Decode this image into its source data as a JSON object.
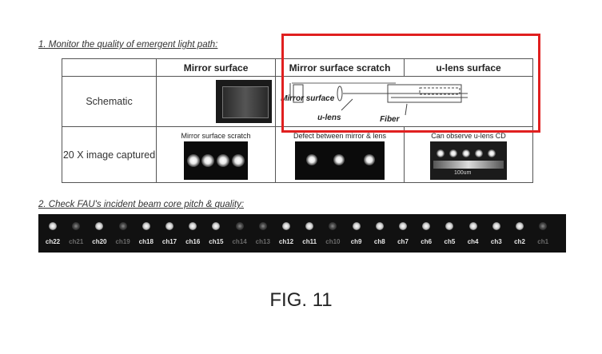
{
  "section1": {
    "heading": "1. Monitor the quality of emergent light path:"
  },
  "table": {
    "columns": [
      "Mirror surface",
      "Mirror surface scratch",
      "u-lens surface"
    ],
    "row_schematic": {
      "label": "Schematic",
      "labels": {
        "mirror": "Mirror surface",
        "ulens": "u-lens",
        "fiber": "Fiber"
      }
    },
    "row_image": {
      "label": "20 X image captured",
      "captions": [
        "Mirror surface scratch",
        "Defect between mirror & lens",
        "Can observe u-lens CD"
      ],
      "scale_label": "100um"
    }
  },
  "section2": {
    "heading": "2. Check FAU's incident beam core pitch & quality:"
  },
  "channels": [
    "ch22",
    "ch21",
    "ch20",
    "ch19",
    "ch18",
    "ch17",
    "ch16",
    "ch15",
    "ch14",
    "ch13",
    "ch12",
    "ch11",
    "ch10",
    "ch9",
    "ch8",
    "ch7",
    "ch6",
    "ch5",
    "ch4",
    "ch3",
    "ch2",
    "ch1"
  ],
  "dim_channels": [
    "ch21",
    "ch19",
    "ch14",
    "ch13",
    "ch10",
    "ch1"
  ],
  "figure_label": "FIG. 11",
  "colors": {
    "highlight_box": "#e02020"
  }
}
